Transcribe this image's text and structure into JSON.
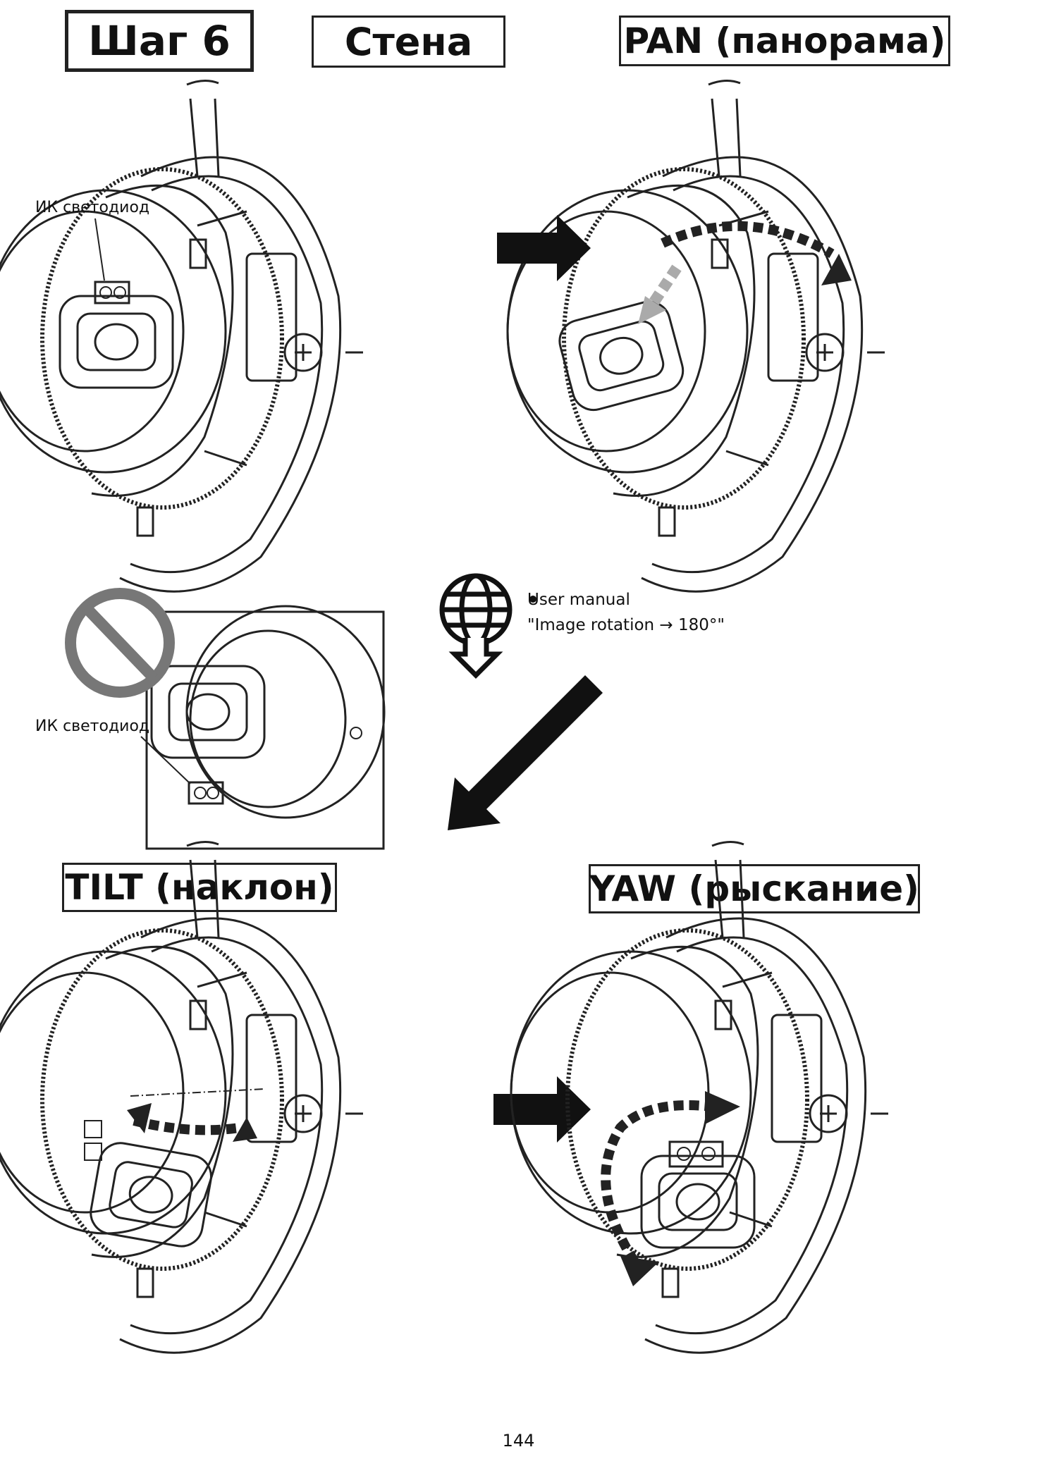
{
  "header": {
    "step": "Шаг 6",
    "placement": "Стена",
    "pan": "PAN (панорама)"
  },
  "callouts": {
    "ir_led_top": "ИК светодиод",
    "ir_led_inset": "ИК светодиод"
  },
  "note": {
    "line1": "User manual",
    "line2": "\"Image rotation → 180°\""
  },
  "sections": {
    "tilt": "TILT (наклон)",
    "yaw": "YAW (рыскание)"
  },
  "page_number": "144",
  "icons": [
    "arrow-right-icon",
    "globe-download-icon",
    "prohibited-icon",
    "arrow-down-left-icon"
  ]
}
